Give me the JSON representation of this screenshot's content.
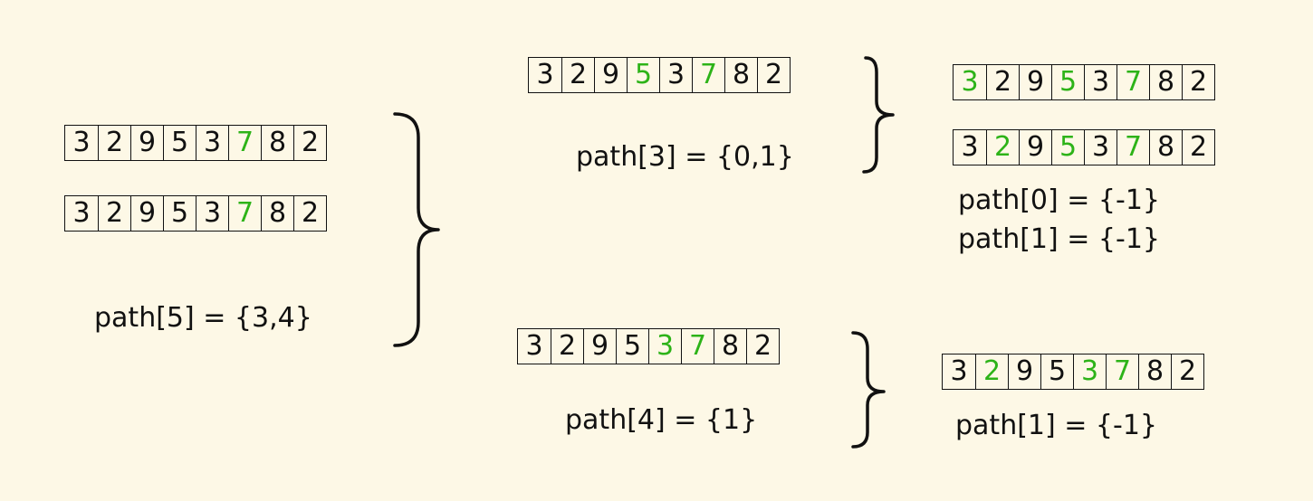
{
  "colors": {
    "background": "#fdf8e6",
    "highlight": "#2db318",
    "ink": "#111111"
  },
  "arrays": [
    {
      "id": "left-a",
      "cells": [
        "3",
        "2",
        "9",
        "5",
        "3",
        "7",
        "8",
        "2"
      ],
      "highlight": [
        5
      ]
    },
    {
      "id": "left-b",
      "cells": [
        "3",
        "2",
        "9",
        "5",
        "3",
        "7",
        "8",
        "2"
      ],
      "highlight": [
        5
      ]
    },
    {
      "id": "mid-top",
      "cells": [
        "3",
        "2",
        "9",
        "5",
        "3",
        "7",
        "8",
        "2"
      ],
      "highlight": [
        3,
        5
      ]
    },
    {
      "id": "mid-bottom",
      "cells": [
        "3",
        "2",
        "9",
        "5",
        "3",
        "7",
        "8",
        "2"
      ],
      "highlight": [
        4,
        5
      ]
    },
    {
      "id": "right-top-a",
      "cells": [
        "3",
        "2",
        "9",
        "5",
        "3",
        "7",
        "8",
        "2"
      ],
      "highlight": [
        0,
        3,
        5
      ]
    },
    {
      "id": "right-top-b",
      "cells": [
        "3",
        "2",
        "9",
        "5",
        "3",
        "7",
        "8",
        "2"
      ],
      "highlight": [
        1,
        3,
        5
      ]
    },
    {
      "id": "right-bottom",
      "cells": [
        "3",
        "2",
        "9",
        "5",
        "3",
        "7",
        "8",
        "2"
      ],
      "highlight": [
        1,
        4,
        5
      ]
    }
  ],
  "labels": {
    "path5": "path[5] = {3,4}",
    "path3": "path[3] = {0,1}",
    "path4": "path[4] = {1}",
    "path0_top": "path[0] = {-1}",
    "path1_top": "path[1] = {-1}",
    "path1_bottom": "path[1] = {-1}"
  }
}
